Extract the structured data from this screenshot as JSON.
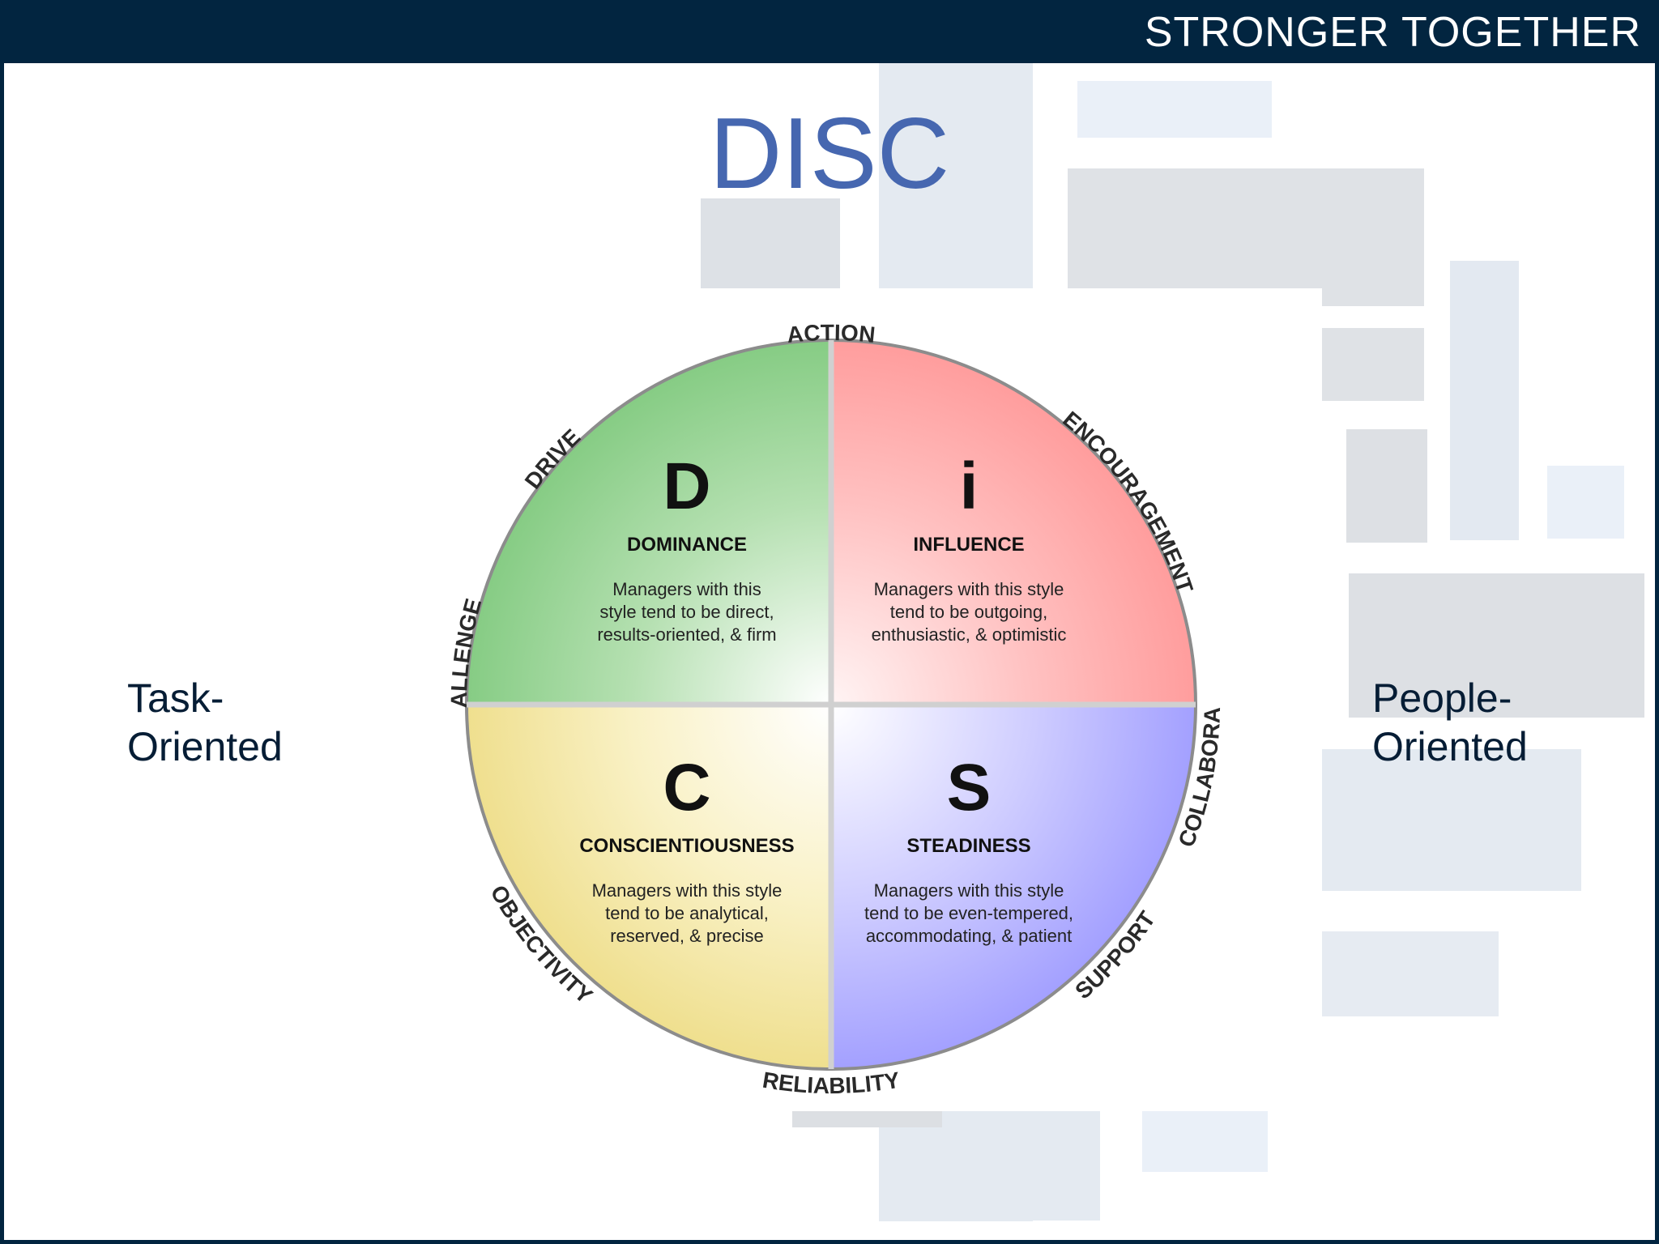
{
  "header": {
    "title": "STRONGER TOGETHER"
  },
  "slide": {
    "title": "DISC",
    "left_label": [
      "Task-",
      "Oriented"
    ],
    "right_label": [
      "People-",
      "Oriented"
    ]
  },
  "colors": {
    "header_bg": "#022540",
    "title": "#4667b0",
    "dominance": "#8fd08d",
    "influence": "#ff9e9e",
    "steadiness": "#a9a6ff",
    "conscientiousness": "#f2e49a"
  },
  "diagram": {
    "quadrants": [
      {
        "id": "dominance",
        "letter": "D",
        "name": "DOMINANCE",
        "desc": [
          "Managers with this",
          "style tend to be direct,",
          "results-oriented, & firm"
        ]
      },
      {
        "id": "influence",
        "letter": "i",
        "name": "INFLUENCE",
        "desc": [
          "Managers with this style",
          "tend to be outgoing,",
          "enthusiastic, & optimistic"
        ]
      },
      {
        "id": "conscientiousness",
        "letter": "C",
        "name": "CONSCIENTIOUSNESS",
        "desc": [
          "Managers with this style",
          "tend to be analytical,",
          "reserved, & precise"
        ]
      },
      {
        "id": "steadiness",
        "letter": "S",
        "name": "STEADINESS",
        "desc": [
          "Managers with this style",
          "tend to be even-tempered,",
          "accommodating, & patient"
        ]
      }
    ],
    "ring_labels": [
      "ACTION",
      "ENCOURAGEMENT",
      "COLLABORATION",
      "SUPPORT",
      "RELIABILITY",
      "OBJECTIVITY",
      "CHALLENGE",
      "DRIVE"
    ]
  }
}
